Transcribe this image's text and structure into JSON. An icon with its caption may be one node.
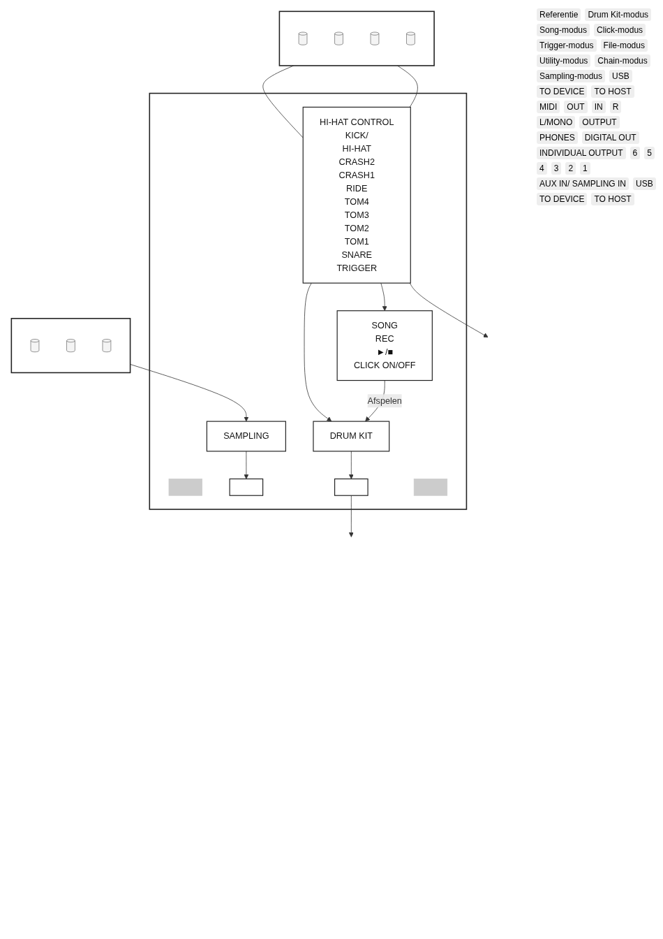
{
  "diagram": {
    "nodes": [
      {
        "text": [],
        "shape": "box"
      },
      {
        "text": [],
        "shape": "picture",
        "in": 0
      },
      {
        "text": [],
        "shape": "picture",
        "in": 0
      },
      {
        "text": [],
        "shape": "picture",
        "in": 0
      },
      {
        "text": [],
        "shape": "picture",
        "in": 0
      },
      {
        "text": [],
        "shape": "box"
      },
      {
        "text": [
          "HI-HAT CONTROL",
          "KICK/",
          "HI-HAT",
          "CRASH2",
          "CRASH1",
          "RIDE",
          "TOM4",
          "TOM3",
          "TOM2",
          "TOM1",
          "SNARE",
          "TRIGGER"
        ],
        "in": 5
      },
      {
        "text": [],
        "shape": "box",
        "in": 5
      },
      {
        "text": [
          "SONG",
          "REC",
          "►/■",
          "CLICK ON/OFF"
        ],
        "in": 5
      },
      {
        "text": [
          "DRUM KIT"
        ],
        "in": 5
      },
      {
        "text": [],
        "shape": "box",
        "in": 5
      },
      {
        "text": [],
        "shape": "box",
        "in": 5
      },
      {
        "text": [],
        "shape": "box",
        "in": 5
      },
      {
        "text": [
          "SAMPLING"
        ],
        "in": 5
      },
      {
        "text": [],
        "shape": "box"
      },
      {
        "text": [],
        "shape": "picture",
        "in": 14
      },
      {
        "text": [],
        "shape": "picture",
        "in": 14
      },
      {
        "text": [],
        "shape": "picture",
        "in": 14
      }
    ],
    "edges": [
      {
        "from": 0,
        "to": 6,
        "arrow": "none"
      },
      {
        "from": 0,
        "to": 6,
        "arrow": "none"
      },
      {
        "from": 6,
        "to": 8,
        "arrow": "to"
      },
      {
        "from": 6,
        "to": 9,
        "arrow": "to"
      },
      {
        "from": 6,
        "to": null,
        "arrow": "to"
      },
      {
        "from": 8,
        "to": 9,
        "arrow": "to",
        "label": "Afspelen"
      },
      {
        "from": 9,
        "to": 11,
        "arrow": "to"
      },
      {
        "from": 11,
        "to": null,
        "arrow": "to"
      },
      {
        "from": 13,
        "to": 10,
        "arrow": "to"
      },
      {
        "from": 14,
        "to": 13,
        "arrow": "to"
      }
    ],
    "labels": [
      "Referentie",
      "Drum Kit-modus",
      "Song-modus",
      "Click-modus",
      "Trigger-modus",
      "File-modus",
      "Utility-modus",
      "Chain-modus",
      "Sampling-modus",
      "USB",
      "TO DEVICE",
      "TO HOST",
      "MIDI",
      "OUT",
      "IN",
      "R",
      "L/MONO",
      "OUTPUT",
      "PHONES",
      "DIGITAL OUT",
      "INDIVIDUAL OUTPUT",
      "6",
      "5",
      "4",
      "3",
      "2",
      "1",
      "AUX IN/ SAMPLING IN",
      "USB",
      "TO DEVICE",
      "TO HOST"
    ]
  }
}
